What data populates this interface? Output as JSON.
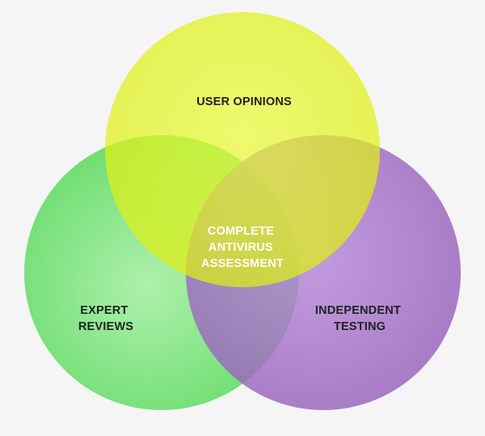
{
  "diagram": {
    "type": "venn",
    "circles": [
      {
        "key": "user",
        "label": "USER OPINIONS",
        "color": "#e2f319"
      },
      {
        "key": "expert",
        "label": "EXPERT REVIEWS",
        "color": "#6fe070"
      },
      {
        "key": "independent",
        "label": "INDEPENDENT TESTING",
        "color": "#a46fc6"
      }
    ],
    "center": {
      "label_lines": [
        "COMPLETE",
        "ANTIVIRUS",
        "ASSESSMENT"
      ],
      "color": "#ffffff"
    },
    "label_lines": {
      "user": [
        "USER OPINIONS"
      ],
      "expert": [
        "EXPERT",
        "REVIEWS"
      ],
      "independent": [
        "INDEPENDENT",
        "TESTING"
      ]
    }
  }
}
